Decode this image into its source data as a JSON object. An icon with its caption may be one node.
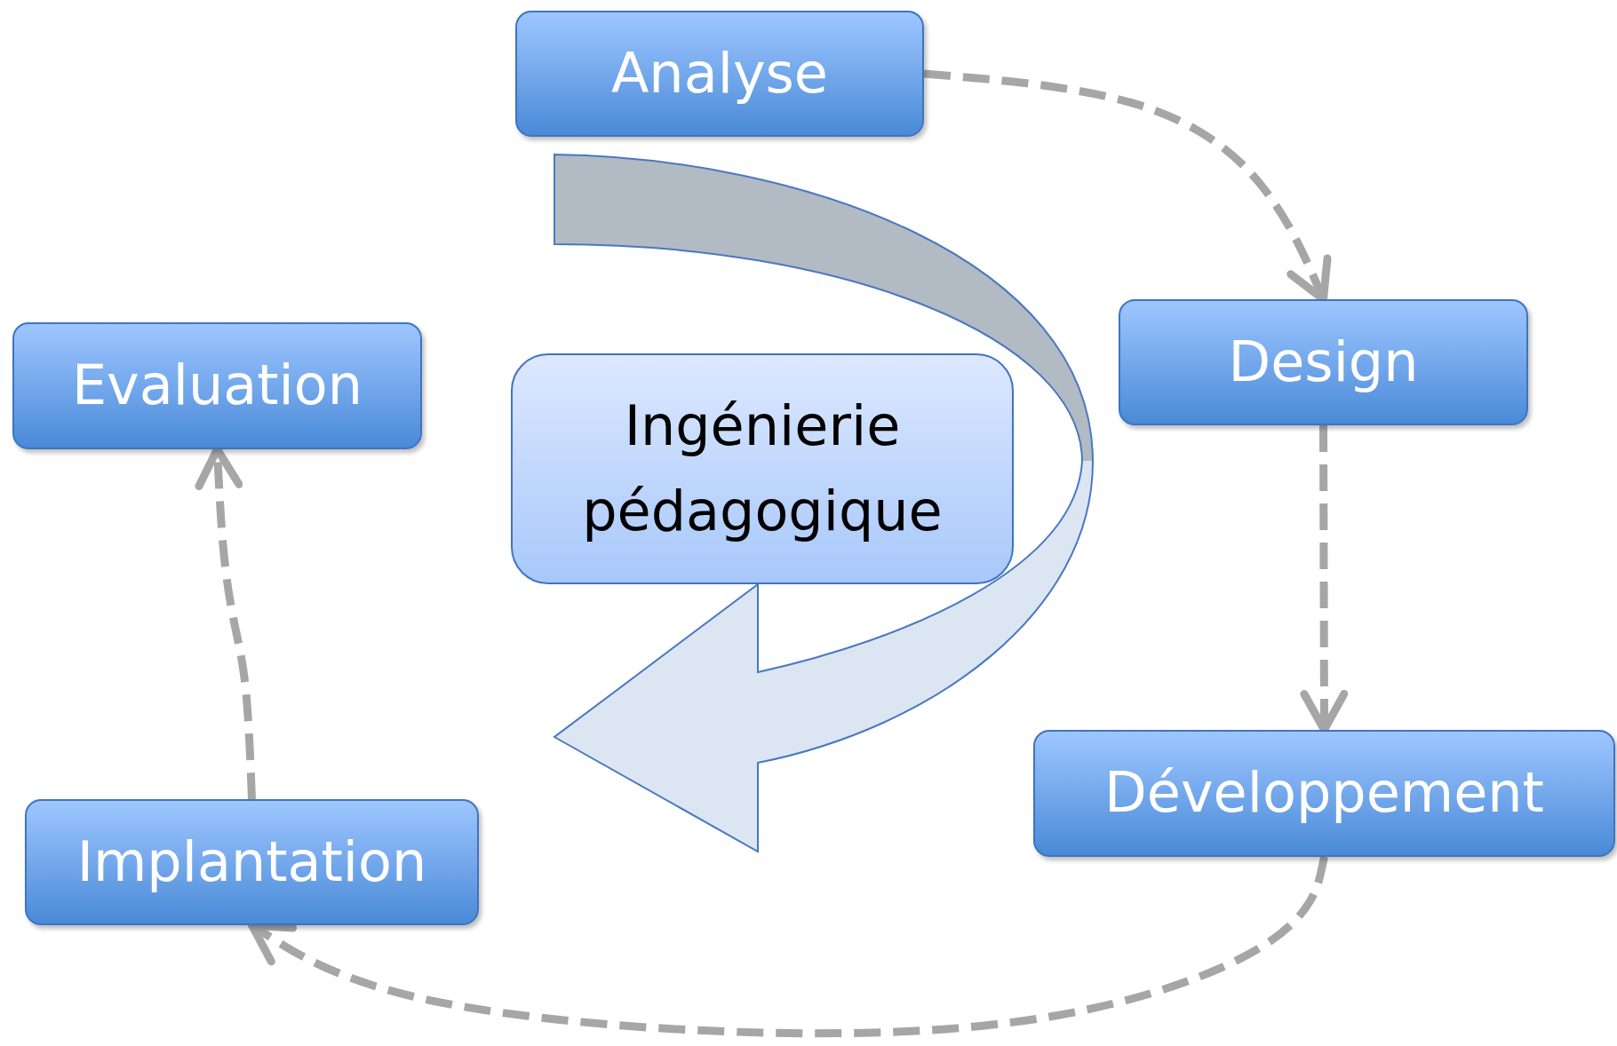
{
  "diagram": {
    "nodes": [
      {
        "text": [
          "Analyse"
        ]
      },
      {
        "text": [
          "Design"
        ]
      },
      {
        "text": [
          "Développement"
        ]
      },
      {
        "text": [
          "Implantation"
        ]
      },
      {
        "text": [
          "Evaluation"
        ]
      },
      {
        "text": [
          "Ingénierie pédagogique"
        ]
      },
      {
        "text": [],
        "shape": "arrow"
      }
    ],
    "edges": [
      {
        "from": 0,
        "to": 1,
        "arrow": "to",
        "style": "dashed"
      },
      {
        "from": 1,
        "to": 2,
        "arrow": "to",
        "style": "dashed"
      },
      {
        "from": 2,
        "to": 3,
        "arrow": "to",
        "style": "dashed"
      },
      {
        "from": 3,
        "to": 4,
        "arrow": "to",
        "style": "dashed"
      }
    ]
  }
}
